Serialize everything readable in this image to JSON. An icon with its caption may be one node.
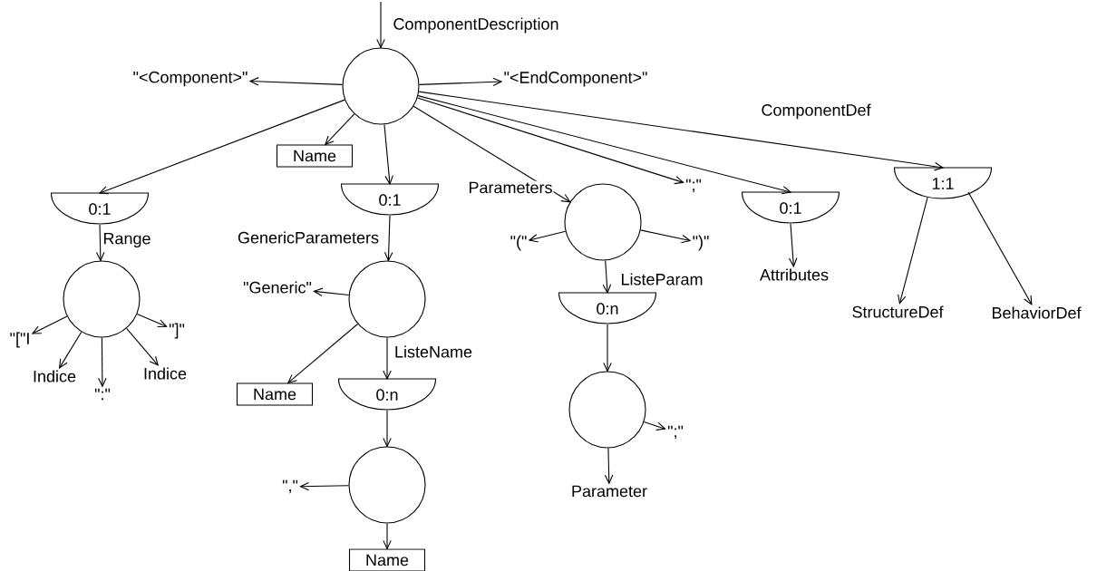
{
  "diagram": {
    "nodes": [
      {
        "text": [],
        "shape": "circle"
      },
      {
        "text": [
          "\"<Component>\""
        ]
      },
      {
        "text": [
          "\"<EndComponent>\""
        ]
      },
      {
        "text": [
          "Name"
        ]
      },
      {
        "text": [
          "0:1"
        ]
      },
      {
        "text": [
          "0:1"
        ]
      },
      {
        "text": [],
        "shape": "circle"
      },
      {
        "text": [
          "\";\""
        ]
      },
      {
        "text": [
          "0:1"
        ]
      },
      {
        "text": [
          "1:1"
        ]
      },
      {
        "text": [],
        "shape": "circle"
      },
      {
        "text": [
          "\"[\"I"
        ]
      },
      {
        "text": [
          "Indice"
        ]
      },
      {
        "text": [
          "\":\""
        ]
      },
      {
        "text": [
          "Indice"
        ]
      },
      {
        "text": [
          "\"]\""
        ]
      },
      {
        "text": [],
        "shape": "circle"
      },
      {
        "text": [
          "\"Generic\""
        ]
      },
      {
        "text": [
          "Name"
        ]
      },
      {
        "text": [
          "0:n"
        ]
      },
      {
        "text": [],
        "shape": "circle"
      },
      {
        "text": [
          "\",\""
        ]
      },
      {
        "text": [
          "Name"
        ]
      },
      {
        "text": [
          "\"(\""
        ]
      },
      {
        "text": [
          "\")\""
        ]
      },
      {
        "text": [
          "0:n"
        ]
      },
      {
        "text": [],
        "shape": "circle"
      },
      {
        "text": [
          "\";\""
        ]
      },
      {
        "text": [
          "Parameter"
        ]
      },
      {
        "text": [
          "Attributes"
        ]
      },
      {
        "text": [
          "StructureDef"
        ]
      },
      {
        "text": [
          "BehaviorDef"
        ]
      }
    ],
    "edges": [
      {
        "from": null,
        "to": 0,
        "arrow": "to",
        "label": "ComponentDescription"
      },
      {
        "from": 0,
        "to": 1,
        "arrow": "to"
      },
      {
        "from": 0,
        "to": 2,
        "arrow": "to"
      },
      {
        "from": 0,
        "to": 3,
        "arrow": "to"
      },
      {
        "from": 0,
        "to": 4,
        "arrow": "to"
      },
      {
        "from": 0,
        "to": 5,
        "arrow": "to"
      },
      {
        "from": 0,
        "to": 6,
        "arrow": "to",
        "label": "Parameters"
      },
      {
        "from": 0,
        "to": 7,
        "arrow": "to"
      },
      {
        "from": 0,
        "to": 8,
        "arrow": "to"
      },
      {
        "from": 0,
        "to": 9,
        "arrow": "to",
        "label": "ComponentDef"
      },
      {
        "from": 4,
        "to": 10,
        "arrow": "to",
        "label": "Range"
      },
      {
        "from": 10,
        "to": 11,
        "arrow": "to"
      },
      {
        "from": 10,
        "to": 12,
        "arrow": "to"
      },
      {
        "from": 10,
        "to": 13,
        "arrow": "to"
      },
      {
        "from": 10,
        "to": 14,
        "arrow": "to"
      },
      {
        "from": 10,
        "to": 15,
        "arrow": "to"
      },
      {
        "from": 5,
        "to": 16,
        "arrow": "to",
        "label": "GenericParameters"
      },
      {
        "from": 16,
        "to": 17,
        "arrow": "to"
      },
      {
        "from": 16,
        "to": 18,
        "arrow": "to"
      },
      {
        "from": 16,
        "to": 19,
        "arrow": "to",
        "label": "ListeName"
      },
      {
        "from": 19,
        "to": 20,
        "arrow": "to"
      },
      {
        "from": 20,
        "to": 21,
        "arrow": "to"
      },
      {
        "from": 20,
        "to": 22,
        "arrow": "to"
      },
      {
        "from": 6,
        "to": 23,
        "arrow": "to"
      },
      {
        "from": 6,
        "to": 24,
        "arrow": "to"
      },
      {
        "from": 6,
        "to": 25,
        "arrow": "to",
        "label": "ListeParam"
      },
      {
        "from": 25,
        "to": 26,
        "arrow": "to"
      },
      {
        "from": 26,
        "to": 27,
        "arrow": "to"
      },
      {
        "from": 26,
        "to": 28,
        "arrow": "to"
      },
      {
        "from": 8,
        "to": 29,
        "arrow": "to"
      },
      {
        "from": 9,
        "to": 30,
        "arrow": "to"
      },
      {
        "from": 9,
        "to": 31,
        "arrow": "to"
      }
    ]
  }
}
